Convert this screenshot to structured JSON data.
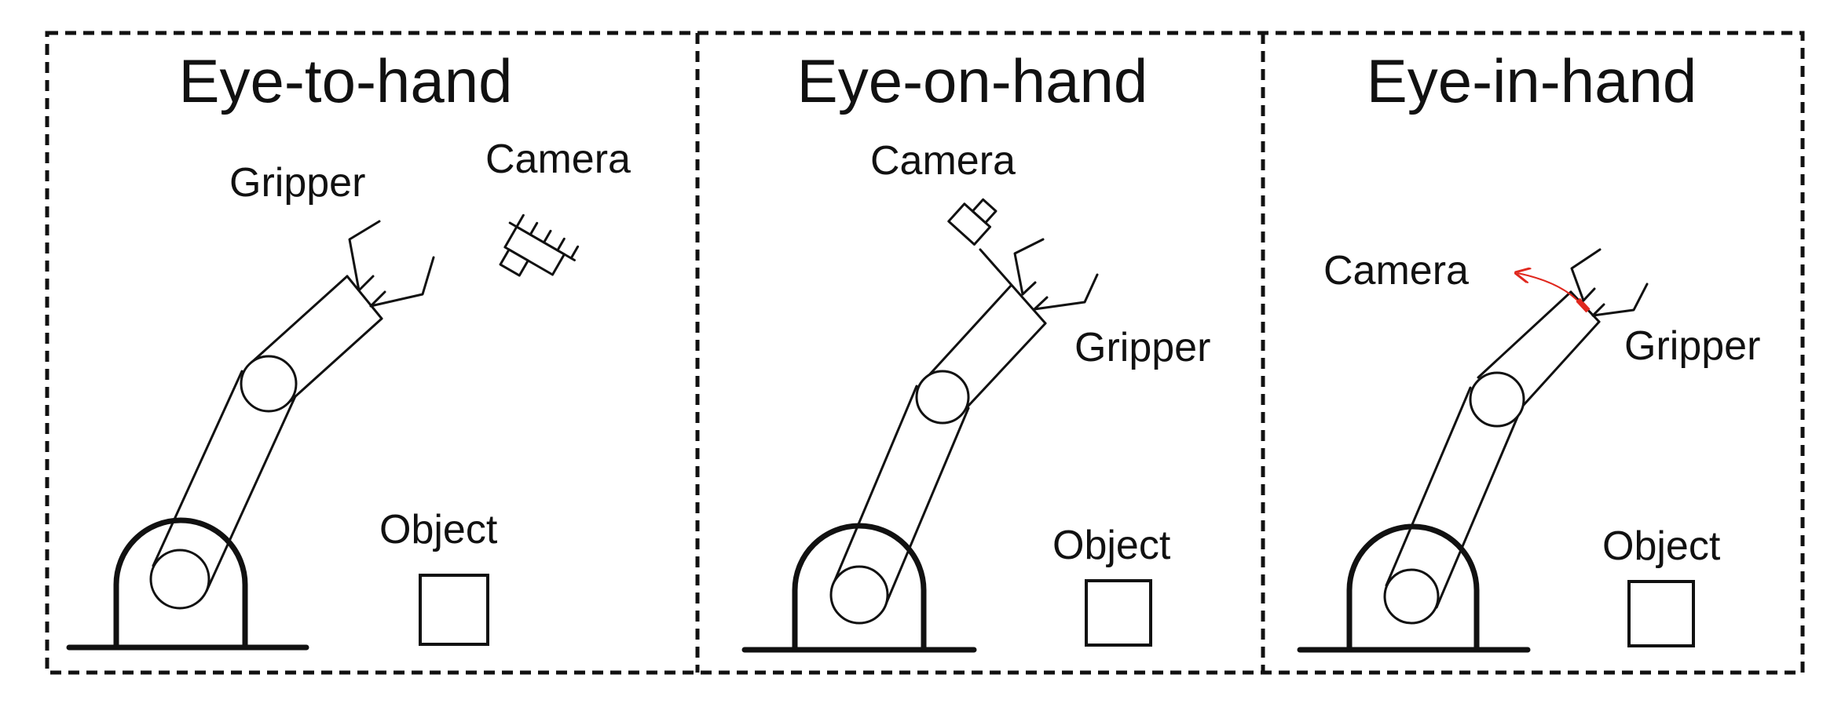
{
  "panels": [
    {
      "title": "Eye-to-hand",
      "labels": {
        "gripper": "Gripper",
        "camera": "Camera",
        "object": "Object"
      }
    },
    {
      "title": "Eye-on-hand",
      "labels": {
        "gripper": "Gripper",
        "camera": "Camera",
        "object": "Object"
      }
    },
    {
      "title": "Eye-in-hand",
      "labels": {
        "gripper": "Gripper",
        "camera": "Camera",
        "object": "Object"
      }
    }
  ],
  "colors": {
    "line": "#111111",
    "camera_marker": "#e0281e",
    "background": "#ffffff"
  }
}
